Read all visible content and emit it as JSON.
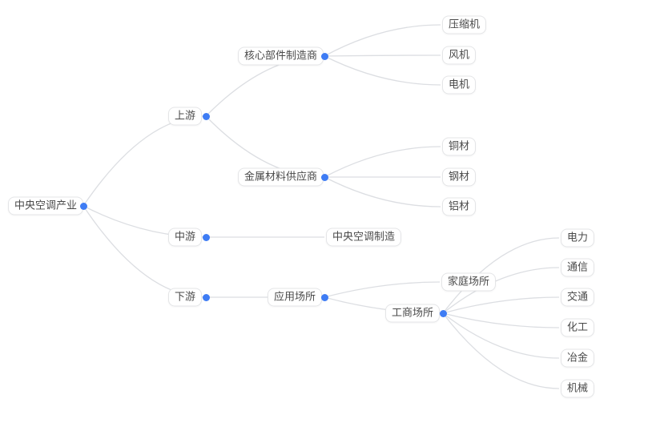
{
  "colors": {
    "bg_color": "#ffffff",
    "edge_color": "#dcdee2",
    "node_border": "#e4e5e7",
    "node_bg": "#ffffff",
    "node_text": "#4a4a4a",
    "dot_color": "#3e7cf4"
  },
  "tree": {
    "label": "中央空调产业",
    "children": [
      {
        "label": "上游",
        "children": [
          {
            "label": "核心部件制造商",
            "children": [
              {
                "label": "压缩机"
              },
              {
                "label": "风机"
              },
              {
                "label": "电机"
              }
            ]
          },
          {
            "label": "金属材料供应商",
            "children": [
              {
                "label": "铜材"
              },
              {
                "label": "钢材"
              },
              {
                "label": "铝材"
              }
            ]
          }
        ]
      },
      {
        "label": "中游",
        "children": [
          {
            "label": "中央空调制造"
          }
        ]
      },
      {
        "label": "下游",
        "children": [
          {
            "label": "应用场所",
            "children": [
              {
                "label": "家庭场所"
              },
              {
                "label": "工商场所",
                "children": [
                  {
                    "label": "电力"
                  },
                  {
                    "label": "通信"
                  },
                  {
                    "label": "交通"
                  },
                  {
                    "label": "化工"
                  },
                  {
                    "label": "冶金"
                  },
                  {
                    "label": "机械"
                  }
                ]
              }
            ]
          }
        ]
      }
    ]
  }
}
